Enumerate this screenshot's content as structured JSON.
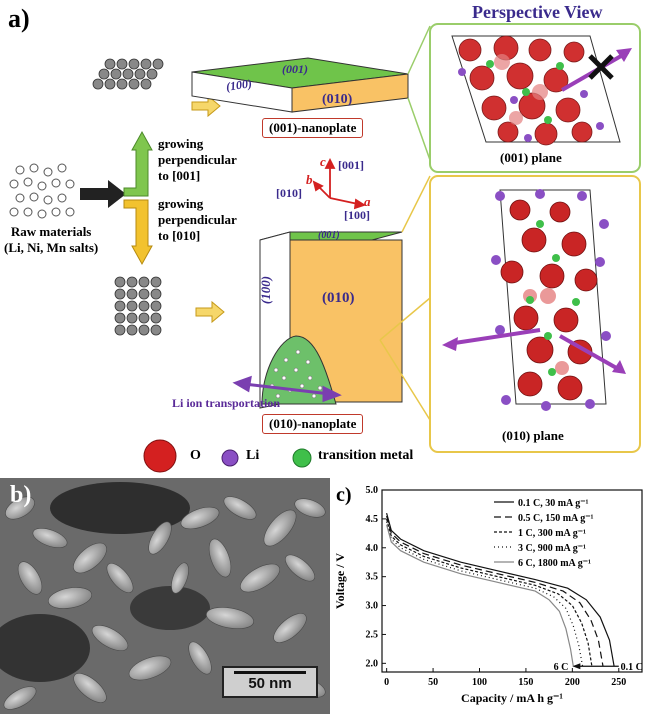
{
  "panel_a": {
    "label": "a)",
    "perspective_title": "Perspective View",
    "raw_materials": [
      "Raw materials",
      "(Li, Ni, Mn salts)"
    ],
    "growing_001": [
      "growing",
      "perpendicular",
      "to [001]"
    ],
    "growing_010": [
      "growing",
      "perpendicular",
      "to [010]"
    ],
    "plate_top": {
      "face_top": "(001)",
      "face_side": "(100)",
      "face_front": "(010)",
      "name": "(001)-nanoplate"
    },
    "plate_bottom": {
      "face_top": "(001)",
      "face_side": "(100)",
      "face_front": "(010)",
      "name": "(010)-nanoplate"
    },
    "axes": {
      "c": "c",
      "b": "b",
      "a": "a",
      "c_dir": "[001]",
      "b_dir": "[010]",
      "a_dir": "[100]"
    },
    "li_transport": "Li ion transportation",
    "plane_001": "(001) plane",
    "plane_010": "(010) plane",
    "legend": [
      {
        "name": "O",
        "color": "#d42020"
      },
      {
        "name": "Li",
        "color": "#8a4fc4"
      },
      {
        "name": "transition metal",
        "color": "#3fbf4a"
      }
    ],
    "colors": {
      "green_face": "#6fc44a",
      "orange_face": "#f9c265",
      "perspective_border": "#9acd6a",
      "yellow_border": "#e8c74a"
    }
  },
  "panel_b": {
    "label": "b)",
    "scale_bar": "50 nm"
  },
  "panel_c": {
    "label": "c)"
  },
  "chart_data": {
    "type": "line",
    "xlabel": "Capacity / mA h g⁻¹",
    "ylabel": "Voltage / V",
    "xlim": [
      -5,
      275
    ],
    "ylim": [
      1.85,
      5.0
    ],
    "xticks": [
      0,
      50,
      100,
      150,
      200,
      250
    ],
    "yticks": [
      2.0,
      2.5,
      3.0,
      3.5,
      4.0,
      4.5,
      5.0
    ],
    "annotations": {
      "left": "6 C",
      "right": "0.1 C"
    },
    "series": [
      {
        "name": "0.1 C, 30 mA g⁻¹",
        "dash": "",
        "x": [
          0,
          5,
          15,
          40,
          80,
          120,
          160,
          195,
          215,
          230,
          240,
          245
        ],
        "y": [
          4.6,
          4.3,
          4.15,
          3.95,
          3.75,
          3.6,
          3.45,
          3.3,
          3.1,
          2.8,
          2.4,
          1.95
        ]
      },
      {
        "name": "0.5 C, 150 mA g⁻¹",
        "dash": "7,4",
        "x": [
          0,
          5,
          15,
          40,
          80,
          120,
          160,
          190,
          208,
          220,
          228,
          233
        ],
        "y": [
          4.55,
          4.25,
          4.1,
          3.9,
          3.7,
          3.55,
          3.4,
          3.25,
          3.05,
          2.75,
          2.4,
          1.95
        ]
      },
      {
        "name": "1 C, 300 mA g⁻¹",
        "dash": "3,2",
        "x": [
          0,
          5,
          15,
          40,
          80,
          120,
          160,
          185,
          200,
          210,
          217,
          221
        ],
        "y": [
          4.5,
          4.2,
          4.05,
          3.85,
          3.65,
          3.5,
          3.35,
          3.2,
          3.0,
          2.7,
          2.35,
          1.95
        ]
      },
      {
        "name": "3 C, 900 mA g⁻¹",
        "dash": "1,3",
        "x": [
          0,
          5,
          15,
          40,
          80,
          120,
          160,
          180,
          193,
          201,
          207,
          211
        ],
        "y": [
          4.45,
          4.15,
          4.0,
          3.8,
          3.6,
          3.45,
          3.3,
          3.15,
          2.95,
          2.65,
          2.3,
          1.95
        ]
      },
      {
        "name": "6 C, 1800 mA g⁻¹",
        "dash": "",
        "grey": true,
        "x": [
          0,
          5,
          15,
          40,
          80,
          120,
          160,
          175,
          186,
          193,
          198,
          201
        ],
        "y": [
          4.4,
          4.1,
          3.95,
          3.75,
          3.55,
          3.4,
          3.25,
          3.1,
          2.9,
          2.6,
          2.25,
          1.95
        ]
      }
    ]
  }
}
